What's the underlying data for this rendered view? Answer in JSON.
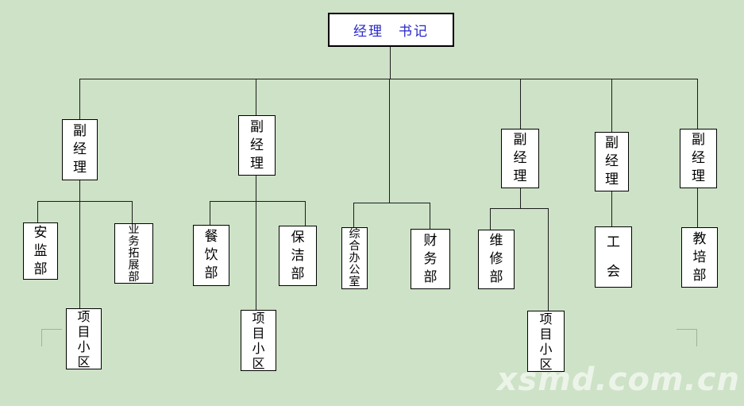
{
  "page": {
    "background_color": "#cde2c6",
    "box_border_color": "#000000",
    "line_color": "#1c1c1c",
    "root_text_color": "#2626c9",
    "watermark": "xsmd.com.cn"
  },
  "org_chart": {
    "nodes": {
      "root": "经理　书记",
      "deputy_1": "副经理",
      "deputy_2": "副经理",
      "deputy_3": "副经理",
      "deputy_4": "副经理",
      "deputy_5": "副经理",
      "safety_dept": "安监部",
      "business_dev_dept": "业务拓展部",
      "catering_dept": "餐饮部",
      "cleaning_dept": "保洁部",
      "general_office": "综合办公室",
      "finance_dept": "财务部",
      "maintenance_dept": "维修部",
      "labor_union": "工　会",
      "training_dept": "教培部",
      "project_community_1": "项目小区",
      "project_community_2": "项目小区",
      "project_community_3": "项目小区"
    },
    "edges": [
      [
        "root",
        "deputy_1"
      ],
      [
        "root",
        "deputy_2"
      ],
      [
        "root",
        "general_office"
      ],
      [
        "root",
        "finance_dept"
      ],
      [
        "root",
        "deputy_3"
      ],
      [
        "root",
        "deputy_4"
      ],
      [
        "root",
        "deputy_5"
      ],
      [
        "deputy_1",
        "safety_dept"
      ],
      [
        "deputy_1",
        "business_dev_dept"
      ],
      [
        "deputy_1",
        "project_community_1"
      ],
      [
        "deputy_2",
        "catering_dept"
      ],
      [
        "deputy_2",
        "cleaning_dept"
      ],
      [
        "deputy_2",
        "project_community_2"
      ],
      [
        "deputy_3",
        "maintenance_dept"
      ],
      [
        "deputy_3",
        "project_community_3"
      ],
      [
        "deputy_4",
        "labor_union"
      ],
      [
        "deputy_5",
        "training_dept"
      ]
    ]
  }
}
